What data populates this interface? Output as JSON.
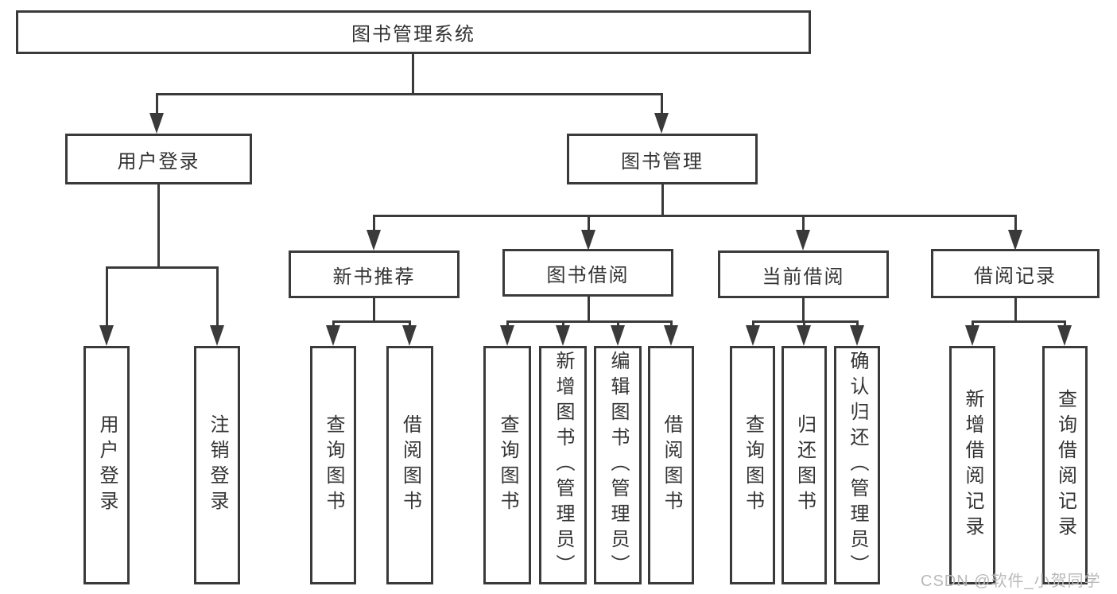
{
  "nodes": {
    "root": "图书管理系统",
    "level1": [
      "用户登录",
      "图书管理"
    ],
    "level2": [
      "新书推荐",
      "图书借阅",
      "当前借阅",
      "借阅记录"
    ],
    "login_children": [
      "用户登录",
      "注销登录"
    ],
    "newbook_children": [
      "查询图书",
      "借阅图书"
    ],
    "borrow_children": [
      "查询图书",
      "新增图书（管理员）",
      "编辑图书（管理员）",
      "借阅图书"
    ],
    "current_children": [
      "查询图书",
      "归还图书",
      "确认归还（管理员）"
    ],
    "record_children": [
      "新增借阅记录",
      "查询借阅记录"
    ]
  },
  "watermark": "CSDN @软件_小贺同学",
  "colors": {
    "line": "#3a3a3a",
    "text": "#333333",
    "background": "#ffffff",
    "watermark": "#b9b9b9"
  }
}
